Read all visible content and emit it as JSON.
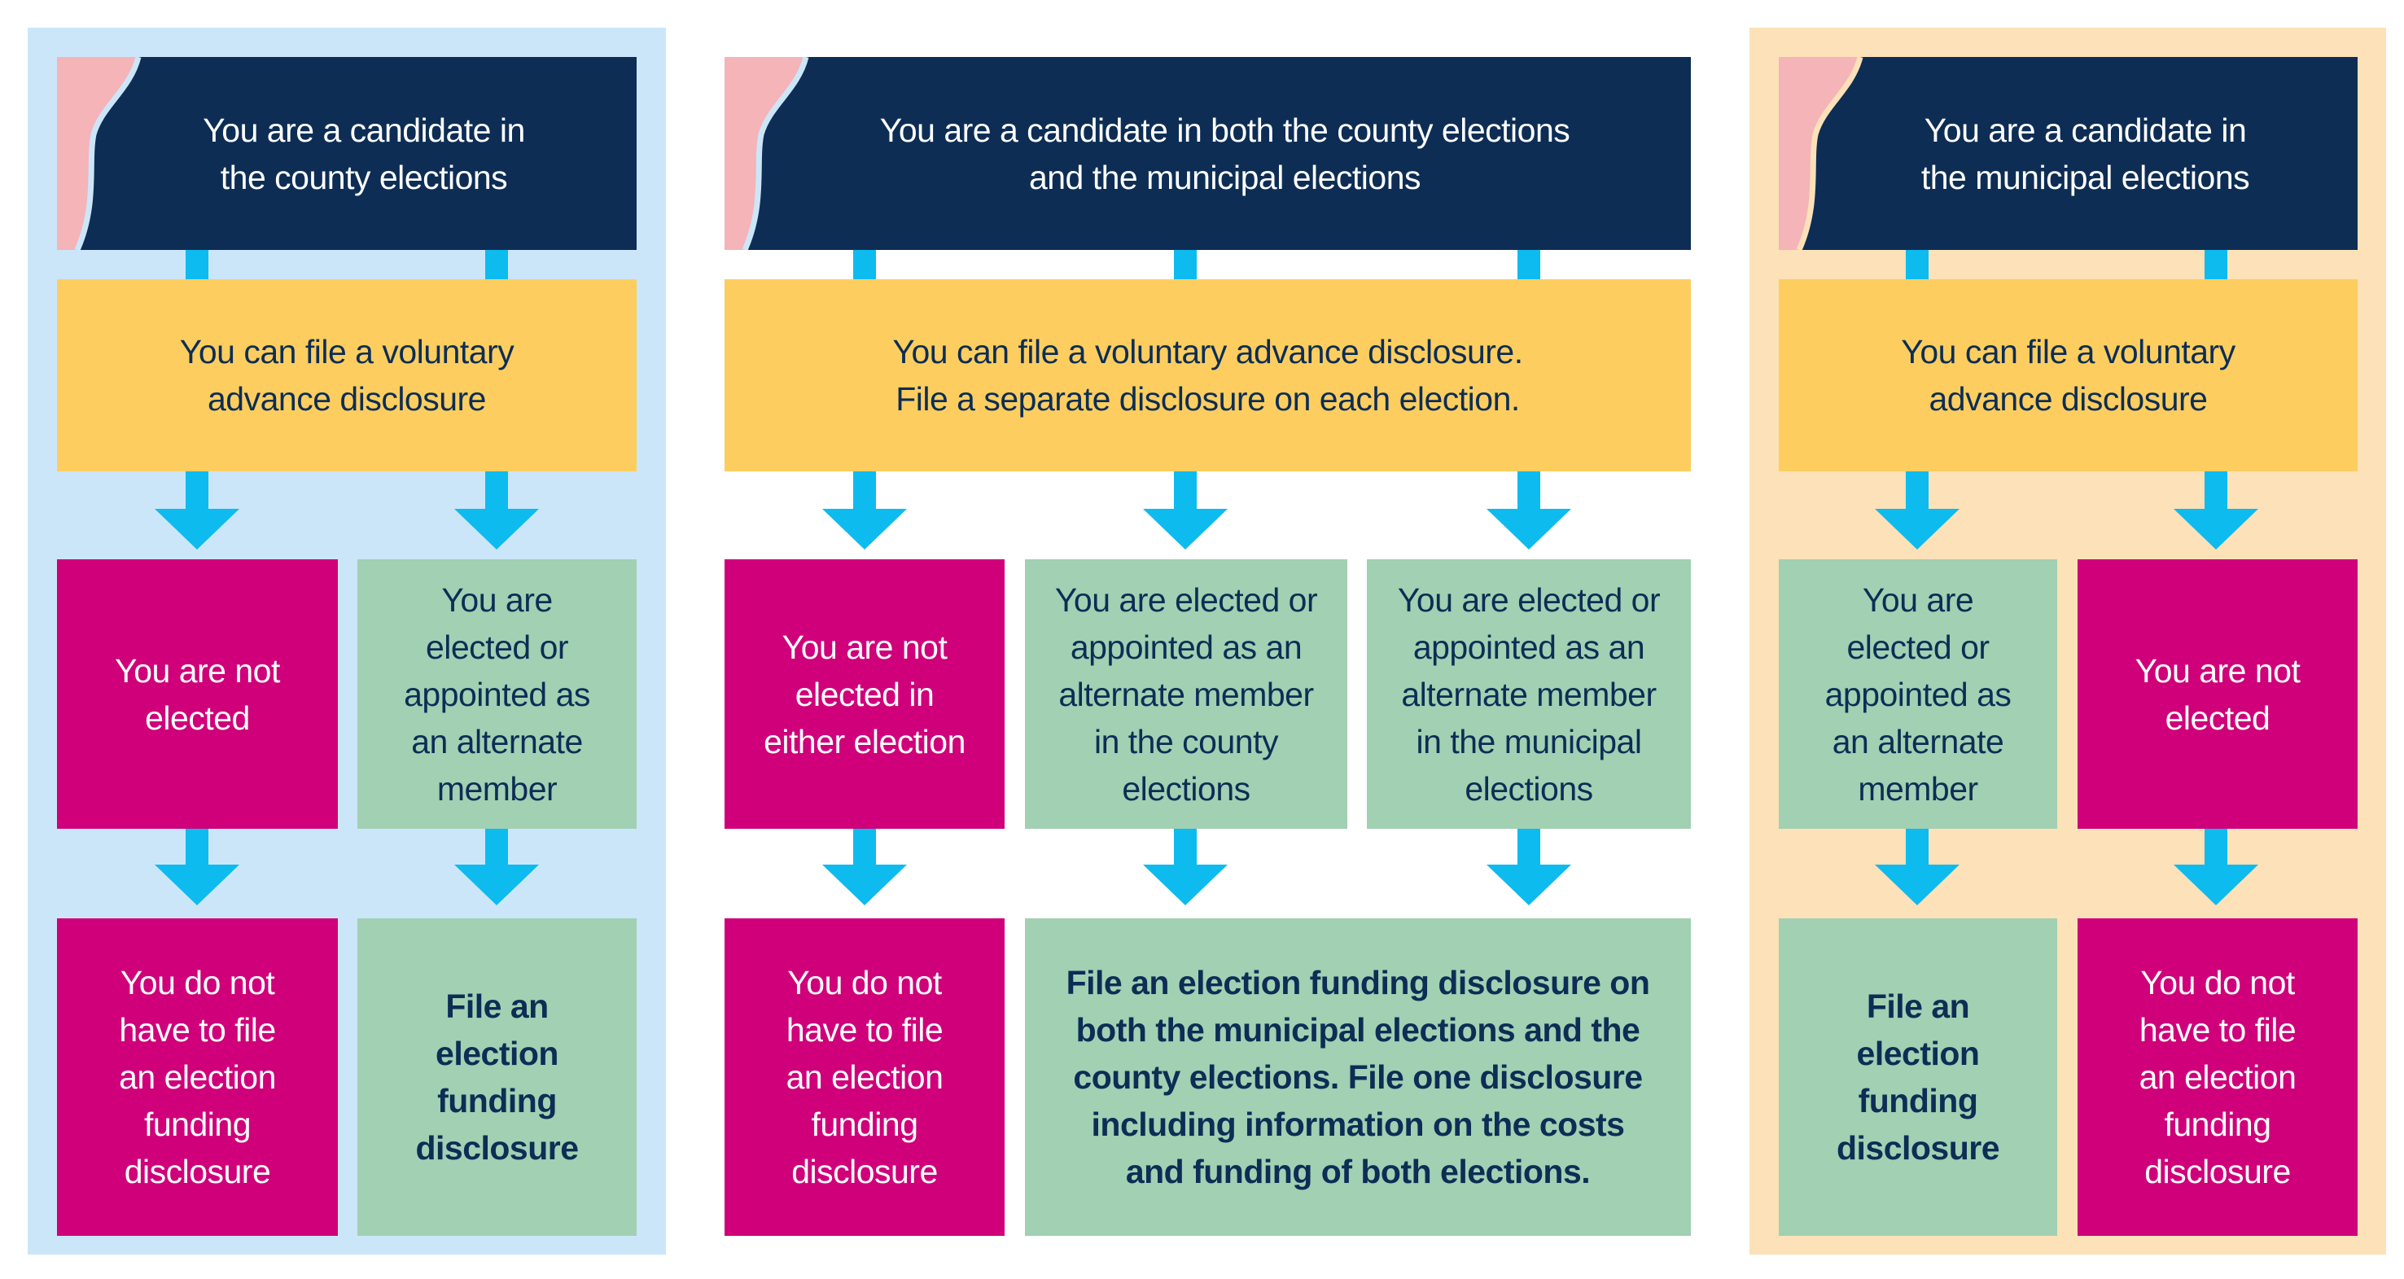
{
  "colors": {
    "navy": "#0d2d55",
    "yellow": "#fdce5f",
    "magenta": "#cf007a",
    "green": "#a1d0b3",
    "arrow": "#0dbbef",
    "county_bg": "#cce6f9",
    "municipal_bg": "#fde1b8",
    "accent_pink": "#f4b4b8"
  },
  "county": {
    "header": "You are a candidate in\nthe county elections",
    "advance": "You can file a voluntary\nadvance disclosure",
    "not_elected": "You are not\nelected",
    "elected": "You are\nelected or\nappointed as\nan alternate\nmember",
    "no_file": "You do not\nhave to file\nan election\nfunding\ndisclosure",
    "file": "File an\nelection\nfunding\ndisclosure"
  },
  "both": {
    "header": "You are a candidate in both the county elections\nand the municipal elections",
    "advance": "You can file a voluntary advance disclosure.\nFile a separate disclosure on each election.",
    "not_elected": "You are not\nelected in\neither election",
    "elected_county": "You are elected or\nappointed as an\nalternate member\nin the county\nelections",
    "elected_municipal": "You are elected or\nappointed as an\nalternate member\nin the municipal\nelections",
    "no_file": "You do not\nhave to file\nan election\nfunding\ndisclosure",
    "file": "File an election funding disclosure on\nboth the municipal elections and the\ncounty elections. File one disclosure\nincluding information on the costs\nand funding of both elections."
  },
  "municipal": {
    "header": "You are a candidate in\nthe municipal elections",
    "advance": "You can file a voluntary\nadvance disclosure",
    "elected": "You are\nelected or\nappointed as\nan alternate\nmember",
    "not_elected": "You are not\nelected",
    "file": "File an\nelection\nfunding\ndisclosure",
    "no_file": "You do not\nhave to file\nan election\nfunding\ndisclosure"
  }
}
